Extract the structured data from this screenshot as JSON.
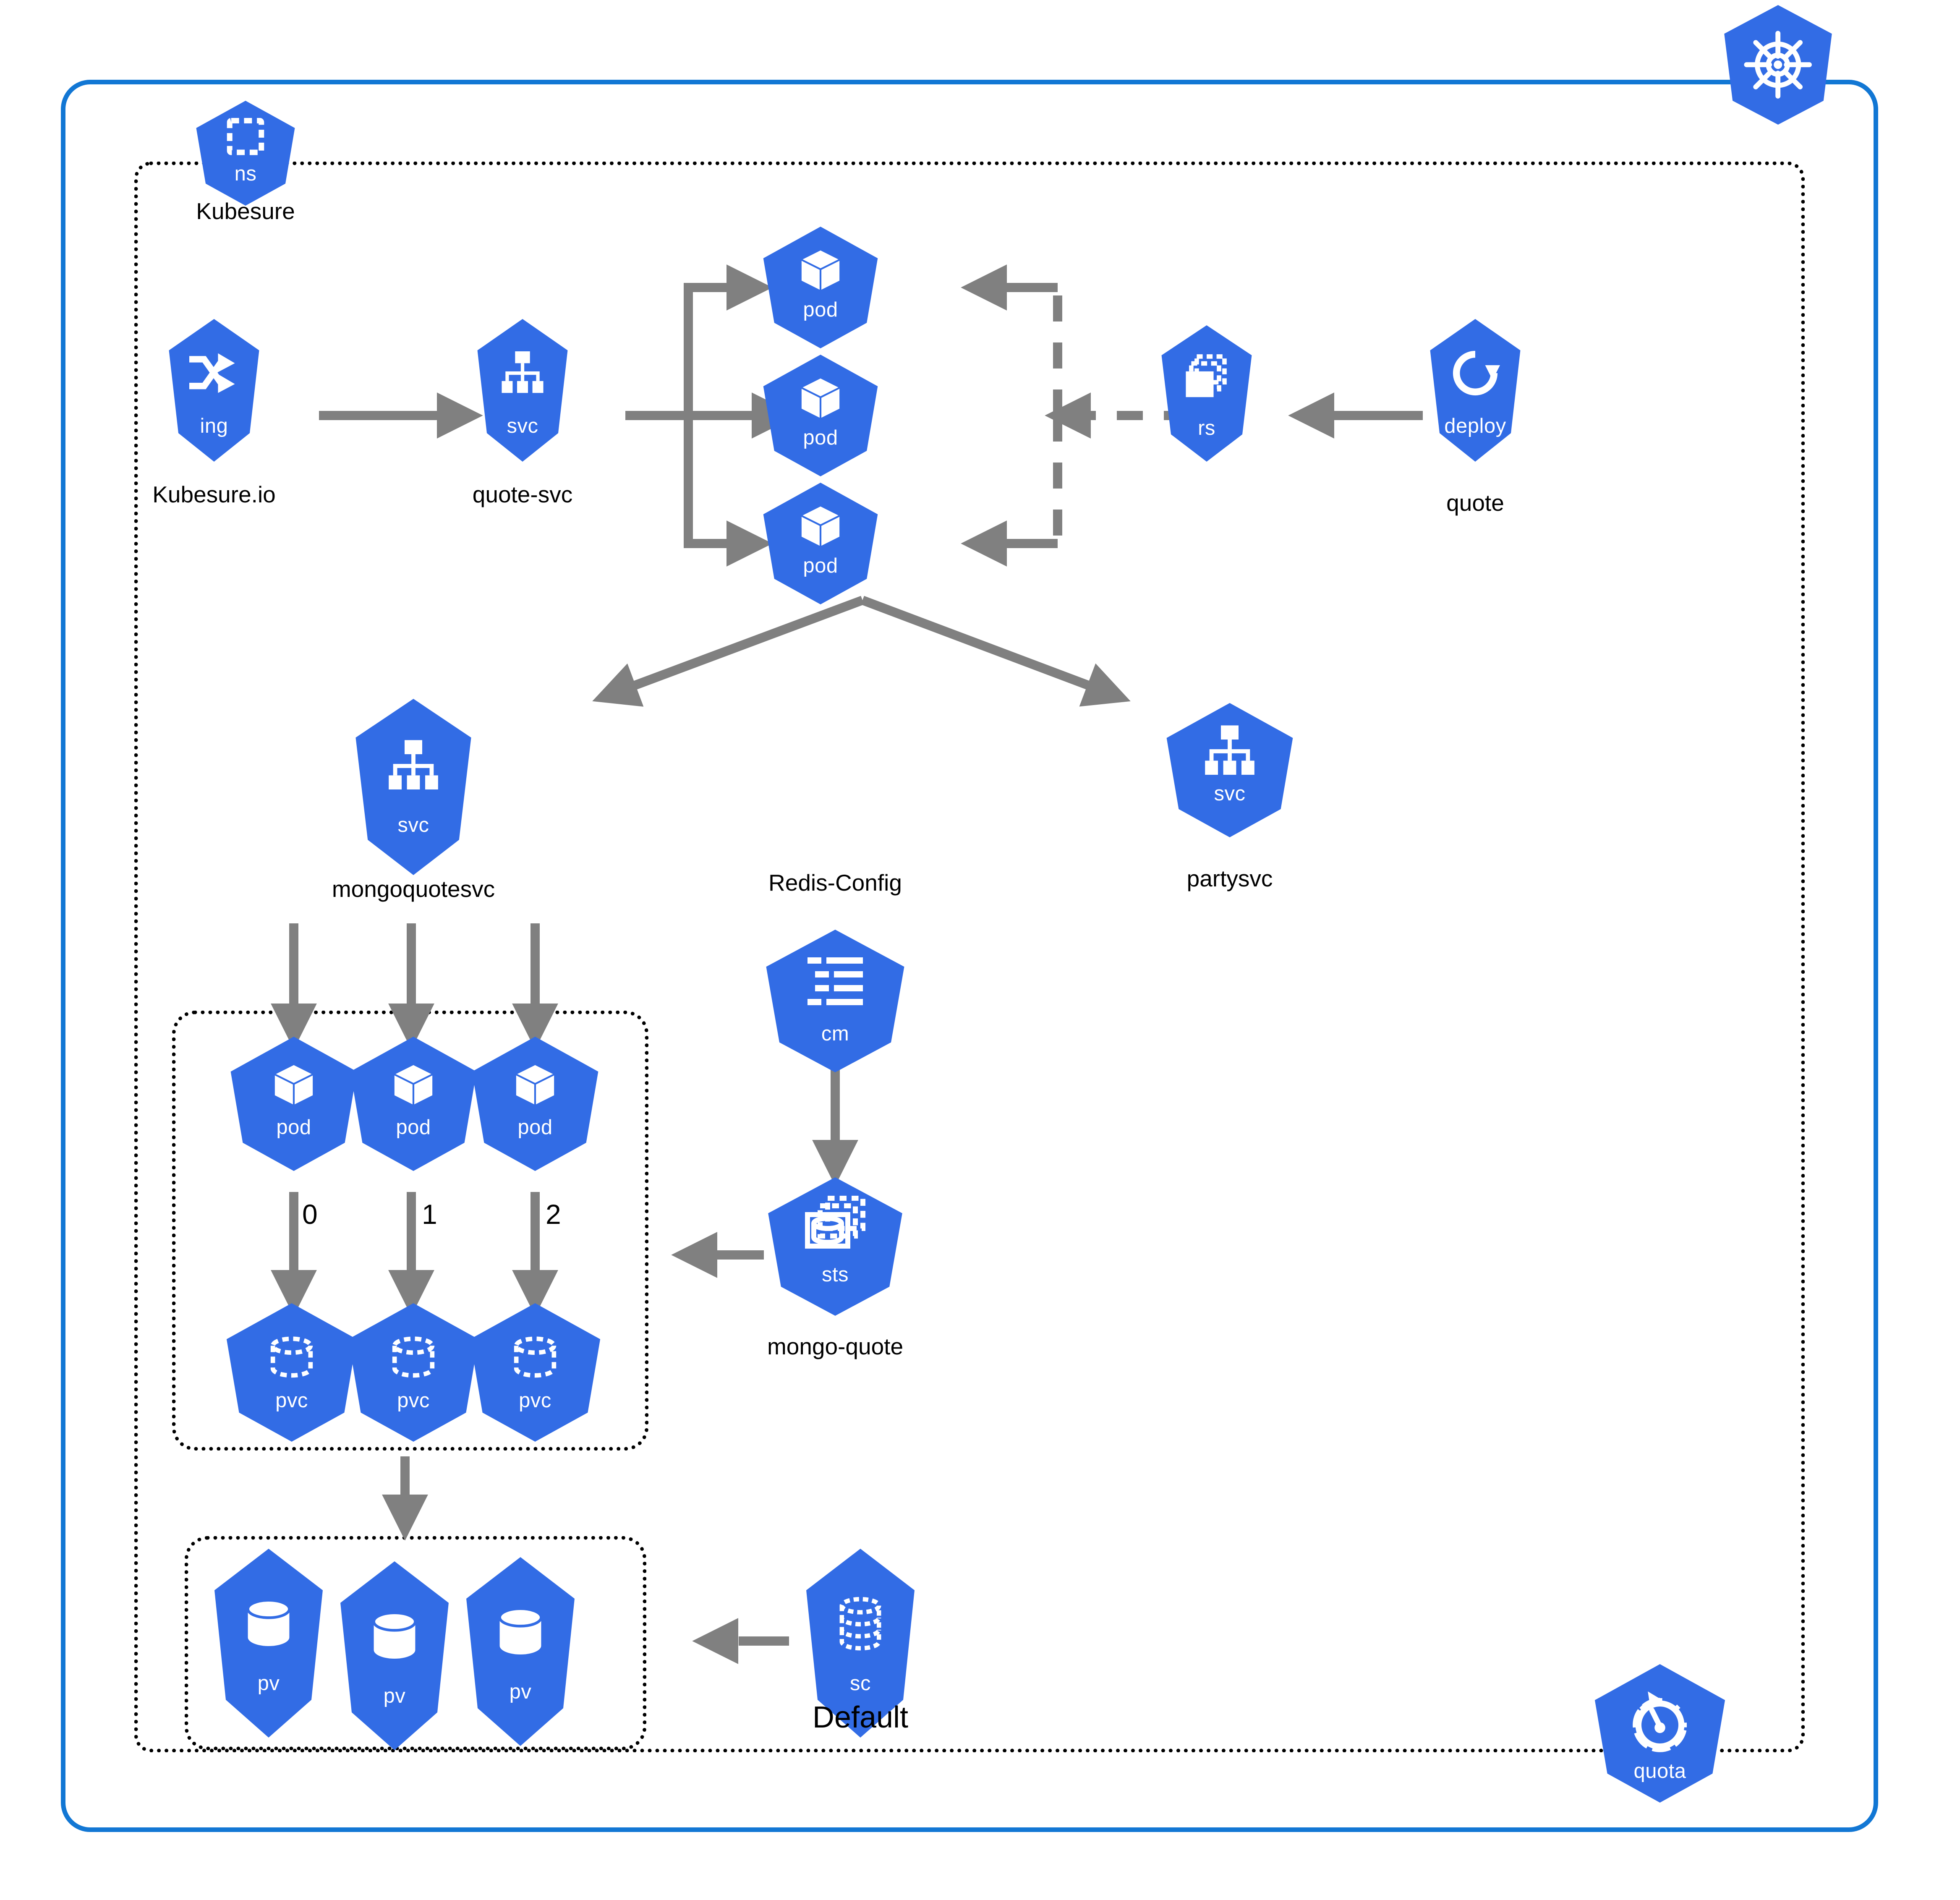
{
  "diagram": {
    "title": "Kubesure Kubernetes architecture",
    "colors": {
      "k8s_blue": "#326ce5",
      "frame_blue": "#1277d4",
      "arrow_gray": "#808080",
      "dotted_black": "#000000",
      "icon_white": "#ffffff"
    },
    "cluster": {
      "logo": "kubernetes-helm-wheel-icon"
    },
    "namespace": {
      "kind": "ns",
      "label": "Kubesure",
      "icon": "namespace-dashed-square-icon"
    },
    "nodes": [
      {
        "id": "ing",
        "kind": "ing",
        "caption": "Kubesure.io",
        "icon": "ingress-crossing-arrows-icon"
      },
      {
        "id": "quote-svc",
        "kind": "svc",
        "caption": "quote-svc",
        "icon": "service-tree-icon"
      },
      {
        "id": "pod-a",
        "kind": "pod",
        "caption": "",
        "icon": "pod-cube-icon"
      },
      {
        "id": "pod-b",
        "kind": "pod",
        "caption": "",
        "icon": "pod-cube-icon"
      },
      {
        "id": "pod-c",
        "kind": "pod",
        "caption": "",
        "icon": "pod-cube-icon"
      },
      {
        "id": "rs",
        "kind": "rs",
        "caption": "",
        "icon": "replicaset-stacked-boxes-icon"
      },
      {
        "id": "deploy",
        "kind": "deploy",
        "caption": "quote",
        "icon": "deployment-circular-arrow-icon"
      },
      {
        "id": "mongosvc",
        "kind": "svc",
        "caption": "mongoquotesvc",
        "icon": "service-tree-icon"
      },
      {
        "id": "partysvc",
        "kind": "svc",
        "caption": "partysvc",
        "icon": "service-tree-icon"
      },
      {
        "id": "cm",
        "kind": "cm",
        "caption": "Redis-Config",
        "icon": "configmap-list-icon"
      },
      {
        "id": "sts",
        "kind": "sts",
        "caption": "mongo-quote",
        "icon": "statefulset-database-stack-icon"
      },
      {
        "id": "mpod-0",
        "kind": "pod",
        "caption": "",
        "icon": "pod-cube-icon"
      },
      {
        "id": "mpod-1",
        "kind": "pod",
        "caption": "",
        "icon": "pod-cube-icon"
      },
      {
        "id": "mpod-2",
        "kind": "pod",
        "caption": "",
        "icon": "pod-cube-icon"
      },
      {
        "id": "pvc-0",
        "kind": "pvc",
        "caption": "",
        "icon": "pvc-dashed-cylinder-icon"
      },
      {
        "id": "pvc-1",
        "kind": "pvc",
        "caption": "",
        "icon": "pvc-dashed-cylinder-icon"
      },
      {
        "id": "pvc-2",
        "kind": "pvc",
        "caption": "",
        "icon": "pvc-dashed-cylinder-icon"
      },
      {
        "id": "pv-0",
        "kind": "pv",
        "caption": "",
        "icon": "pv-cylinder-icon"
      },
      {
        "id": "pv-1",
        "kind": "pv",
        "caption": "",
        "icon": "pv-cylinder-icon"
      },
      {
        "id": "pv-2",
        "kind": "pv",
        "caption": "",
        "icon": "pv-cylinder-icon"
      },
      {
        "id": "sc",
        "kind": "sc",
        "caption": "Default",
        "icon": "storageclass-stacked-disks-icon"
      },
      {
        "id": "quota",
        "kind": "quota",
        "caption": "",
        "icon": "resourcequota-gauge-icon"
      }
    ],
    "edge_labels": {
      "ordinal_0": "0",
      "ordinal_1": "1",
      "ordinal_2": "2"
    }
  }
}
